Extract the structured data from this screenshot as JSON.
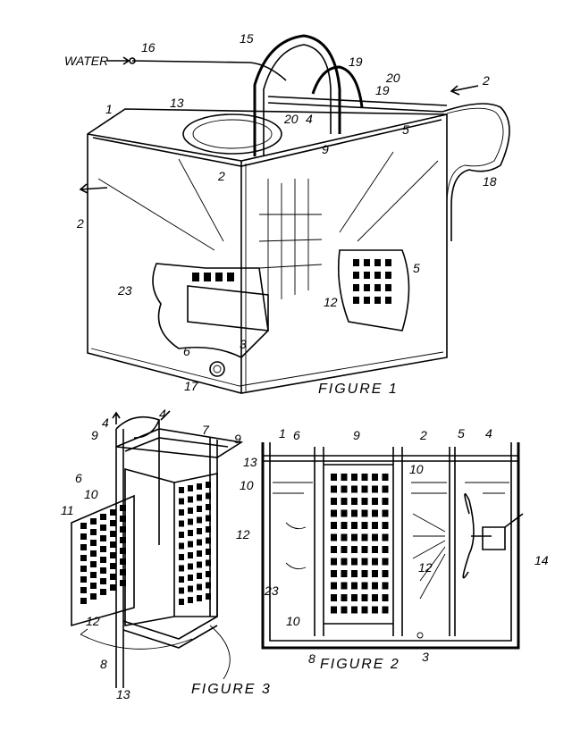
{
  "figure1": {
    "caption": "FIGURE 1",
    "labels": {
      "water": "WATER",
      "n16": "16",
      "n15": "15",
      "n19a": "19",
      "n20a": "20",
      "n19b": "19",
      "n2a": "2",
      "n1": "1",
      "n13": "13",
      "n20b": "20",
      "n4": "4",
      "n5a": "5",
      "n9": "9",
      "n2b": "2",
      "n18": "18",
      "n2c": "2",
      "n23": "23",
      "n5b": "5",
      "n12": "12",
      "n6": "6",
      "n3": "3",
      "n17": "17"
    }
  },
  "figure2": {
    "caption": "FIGURE 2",
    "labels": {
      "n1": "1",
      "n6": "6",
      "n9": "9",
      "n2": "2",
      "n5": "5",
      "n4": "4",
      "n10a": "10",
      "n12": "12",
      "n14": "14",
      "n23": "23",
      "n10b": "10",
      "n8": "8",
      "n3": "3"
    }
  },
  "figure3": {
    "caption": "FIGURE 3",
    "labels": {
      "n4a": "4",
      "n4b": "4",
      "n9a": "9",
      "n7": "7",
      "n9b": "9",
      "n6": "6",
      "n13a": "13",
      "n10a": "10",
      "n10b": "10",
      "n11": "11",
      "n12a": "12",
      "n12b": "12",
      "n8": "8",
      "n13b": "13"
    }
  }
}
